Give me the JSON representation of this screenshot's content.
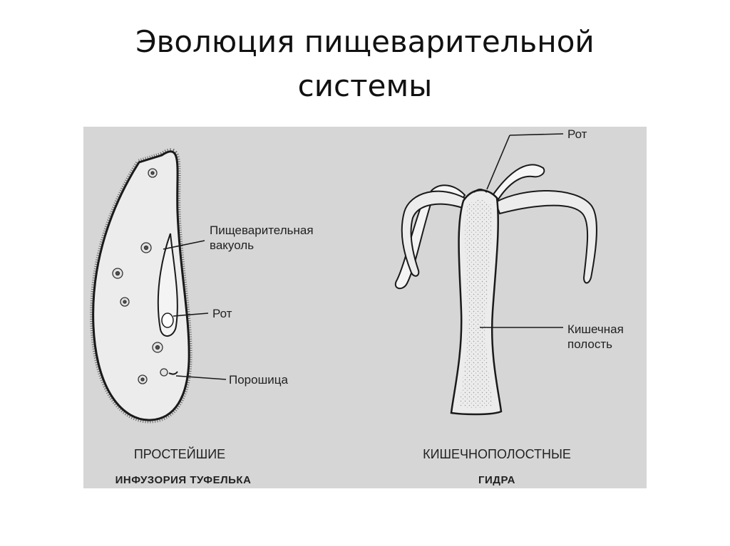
{
  "slide": {
    "title_line1": "Эволюция пищеварительной",
    "title_line2": "системы"
  },
  "left_figure": {
    "labels": {
      "vacuole_line1": "Пищеварительная",
      "vacuole_line2": "вакуоль",
      "mouth": "Рот",
      "anal_pore": "Порошица"
    },
    "caption_group": "ПРОСТЕЙШИЕ",
    "caption_organism": "ИНФУЗОРИЯ ТУФЕЛЬКА"
  },
  "right_figure": {
    "labels": {
      "mouth": "Рот",
      "cavity_line1": "Кишечная",
      "cavity_line2": "полость"
    },
    "caption_group": "КИШЕЧНОПОЛОСТНЫЕ",
    "caption_organism": "ГИДРА"
  },
  "colors": {
    "background": "#d6d6d6",
    "organism_fill": "#ececec",
    "outline": "#1a1a1a"
  }
}
